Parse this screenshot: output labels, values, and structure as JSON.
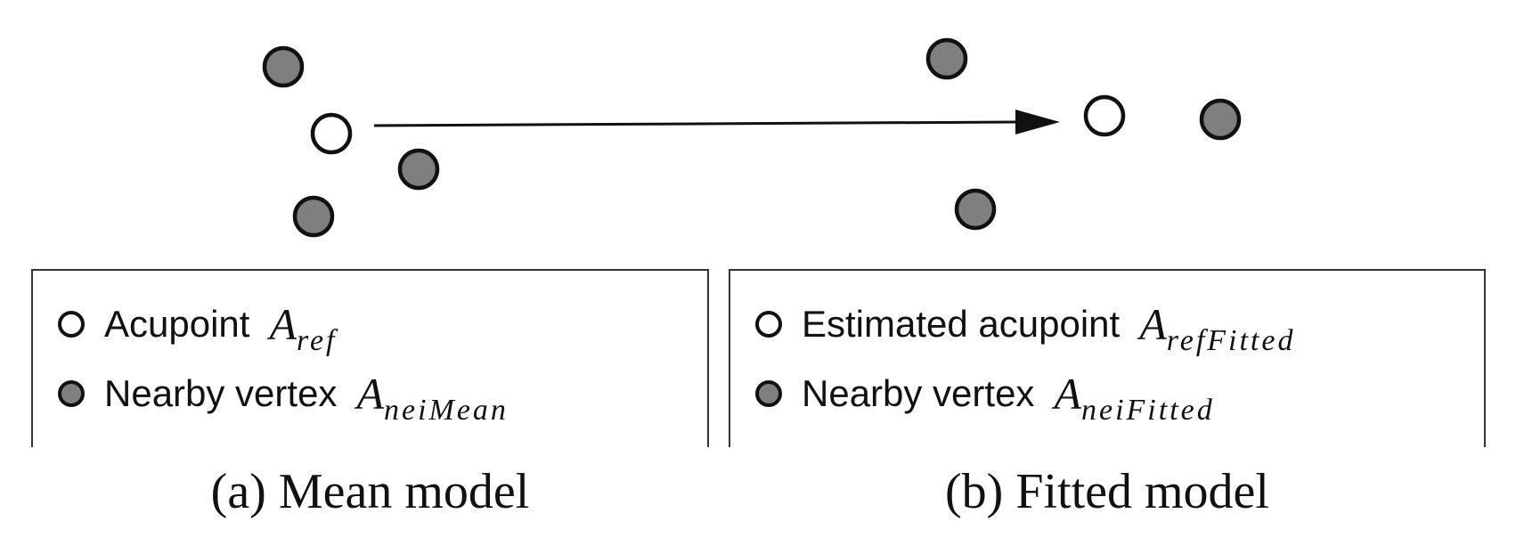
{
  "panel_a": {
    "legend": {
      "ref_label": "Acupoint",
      "ref_symbol": "A",
      "ref_subscript": "ref",
      "nei_label": "Nearby vertex",
      "nei_symbol": "A",
      "nei_subscript": "neiMean"
    },
    "caption": "(a) Mean model"
  },
  "panel_b": {
    "legend": {
      "ref_label": "Estimated acupoint",
      "ref_symbol": "A",
      "ref_subscript": "refFitted",
      "nei_label": "Nearby vertex",
      "nei_symbol": "A",
      "nei_subscript": "neiFitted"
    },
    "caption": "(b) Fitted model"
  },
  "colors": {
    "empty_marker_fill": "#ffffff",
    "filled_marker_fill": "#7f7f7f",
    "outline": "#111111"
  }
}
